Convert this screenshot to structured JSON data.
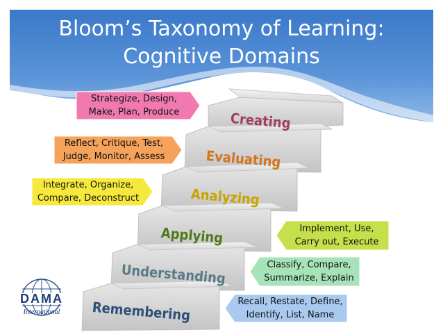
{
  "title": {
    "line1": "Bloom’s Taxonomy of Learning:",
    "line2": "Cognitive Domains"
  },
  "steps": [
    {
      "name": "Creating",
      "color": "#a0405a"
    },
    {
      "name": "Evaluating",
      "color": "#d0761c"
    },
    {
      "name": "Analyzing",
      "color": "#c9a400"
    },
    {
      "name": "Applying",
      "color": "#4e7a1a"
    },
    {
      "name": "Understanding",
      "color": "#5a7a8a"
    },
    {
      "name": "Remembering",
      "color": "#2e4f78"
    }
  ],
  "labels": {
    "creating": {
      "line1": "Strategize, Design,",
      "line2": "Make, Plan, Produce",
      "color": "#f07ab0"
    },
    "evaluating": {
      "line1": "Reflect, Critique, Test,",
      "line2": "Judge, Monitor, Assess",
      "color": "#f5a35a"
    },
    "analyzing": {
      "line1": "Integrate, Organize,",
      "line2": "Compare, Deconstruct",
      "color": "#f5ea3c"
    },
    "applying": {
      "line1": "Implement, Use,",
      "line2": "Carry out, Execute",
      "color": "#c5e04a"
    },
    "understanding": {
      "line1": "Classify, Compare,",
      "line2": "Summarize, Explain",
      "color": "#a7e3b8"
    },
    "remembering": {
      "line1": "Recall, Restate, Define,",
      "line2": "Identify, List, Name",
      "color": "#a9c9ef"
    }
  },
  "logo": {
    "brand": "DAMA",
    "subtitle": "International"
  }
}
